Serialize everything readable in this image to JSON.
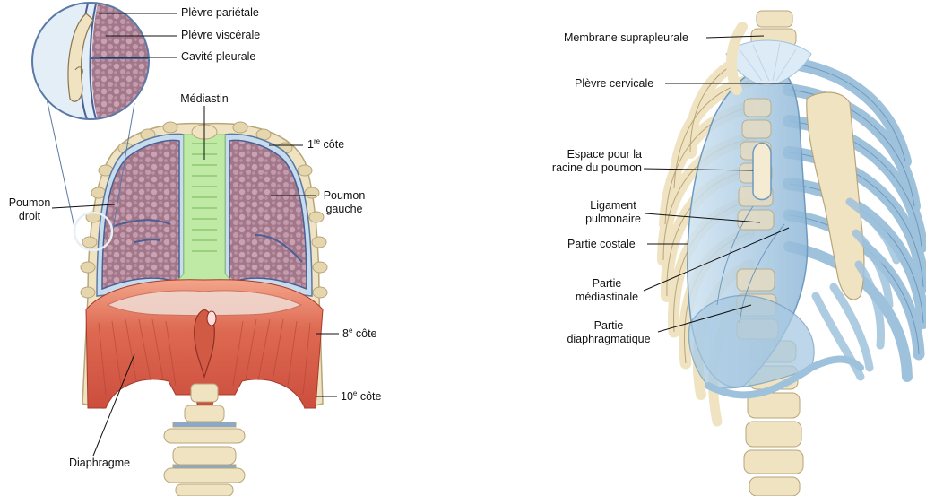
{
  "left_figure": {
    "labels": {
      "plevre_parietale": "Plèvre pariétale",
      "plevre_viscerale": "Plèvre viscérale",
      "cavite_pleurale": "Cavité pleurale",
      "mediastin": "Médiastin",
      "cote1_prefix": "1",
      "cote1_sup": "re",
      "cote1_suffix": " côte",
      "poumon_droit_l1": "Poumon",
      "poumon_droit_l2": "droit",
      "poumon_gauche_l1": "Poumon",
      "poumon_gauche_l2": "gauche",
      "cote8_prefix": "8",
      "cote8_sup": "e",
      "cote8_suffix": " côte",
      "cote10_prefix": "10",
      "cote10_sup": "e",
      "cote10_suffix": " côte",
      "diaphragme": "Diaphragme"
    }
  },
  "right_figure": {
    "labels": {
      "membrane_suprapleurale": "Membrane suprapleurale",
      "plevre_cervicale": "Plèvre cervicale",
      "espace_l1": "Espace pour la",
      "espace_l2": "racine du poumon",
      "ligament_l1": "Ligament",
      "ligament_l2": "pulmonaire",
      "partie_costale": "Partie costale",
      "partie_med_l1": "Partie",
      "partie_med_l2": "médiastinale",
      "partie_diaph_l1": "Partie",
      "partie_diaph_l2": "diaphragmatique"
    }
  },
  "colors": {
    "lung": "#a3778a",
    "lung_texture": "#c9a3b3",
    "pleura": "#b6d2e6",
    "pleura_line": "#5a79a6",
    "mediastinum": "#bfeaa5",
    "diaphragm": "#d9604c",
    "diaphragm_light": "#ef9a7f",
    "bone": "#efe3c2",
    "bone_dark": "#b8a57a",
    "rib_blue": "#9fc2dc",
    "rib_blue_dark": "#6f99bd"
  }
}
